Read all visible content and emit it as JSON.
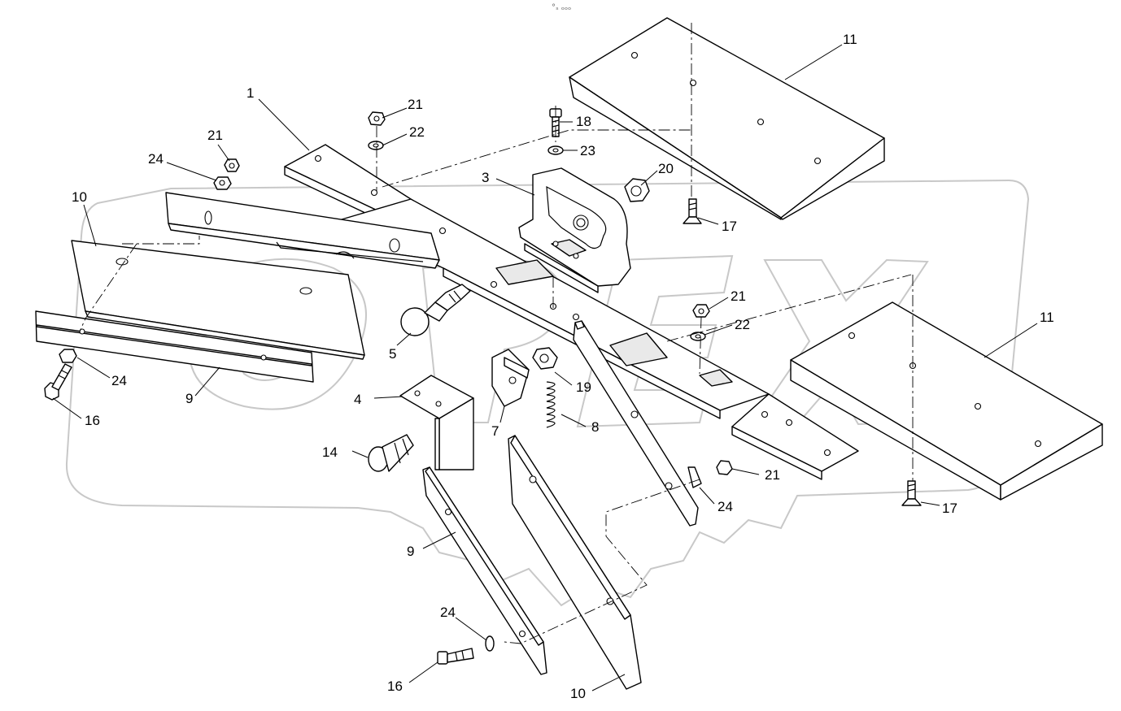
{
  "top_mark": "°ₛ ₒₒₒ",
  "watermark": "OREX",
  "callouts": {
    "c1": "1",
    "c3": "3",
    "c4": "4",
    "c5": "5",
    "c7": "7",
    "c8": "8",
    "c9a": "9",
    "c9b": "9",
    "c10a": "10",
    "c10b": "10",
    "c11a": "11",
    "c11b": "11",
    "c14": "14",
    "c16a": "16",
    "c16b": "16",
    "c17a": "17",
    "c17b": "17",
    "c18": "18",
    "c19": "19",
    "c20": "20",
    "c21a": "21",
    "c21b": "21",
    "c21c": "21",
    "c21d": "21",
    "c22a": "22",
    "c22b": "22",
    "c23": "23",
    "c24a": "24",
    "c24b": "24",
    "c24c": "24",
    "c24d": "24"
  }
}
